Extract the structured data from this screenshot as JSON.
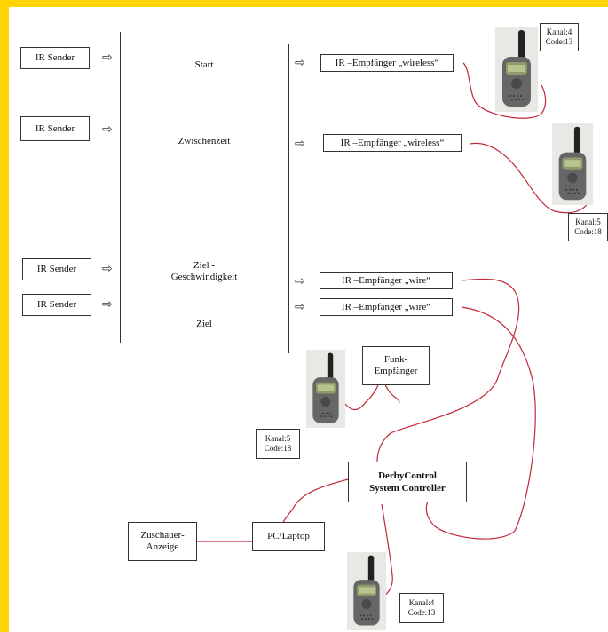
{
  "ir_senders": [
    "IR Sender",
    "IR Sender",
    "IR Sender",
    "IR Sender"
  ],
  "stations": {
    "start": "Start",
    "split": "Zwischenzeit",
    "speed_line1": "Ziel -",
    "speed_line2": "Geschwindigkeit",
    "finish": "Ziel"
  },
  "receivers": [
    "IR –Empfänger „wireless“",
    "IR –Empfänger „wireless“",
    "IR –Empfänger „wire“",
    "IR –Empfänger „wire“"
  ],
  "channel_tags": [
    {
      "line1": "Kanal:4",
      "line2": "Code:13"
    },
    {
      "line1": "Kanal:5",
      "line2": "Code:18"
    },
    {
      "line1": "Kanal:5",
      "line2": "Code:18"
    },
    {
      "line1": "Kanal:4",
      "line2": "Code:13"
    }
  ],
  "radio_receiver": {
    "line1": "Funk-",
    "line2": "Empfänger"
  },
  "controller": {
    "line1": "DerbyControl",
    "line2": "System Controller"
  },
  "pc": "PC/Laptop",
  "spectator": {
    "line1": "Zuschauer-",
    "line2": "Anzeige"
  },
  "colors": {
    "wire": "#c0283a",
    "frame": "#ffd400",
    "box_border": "#333333"
  },
  "arrow_glyph": "⇨"
}
